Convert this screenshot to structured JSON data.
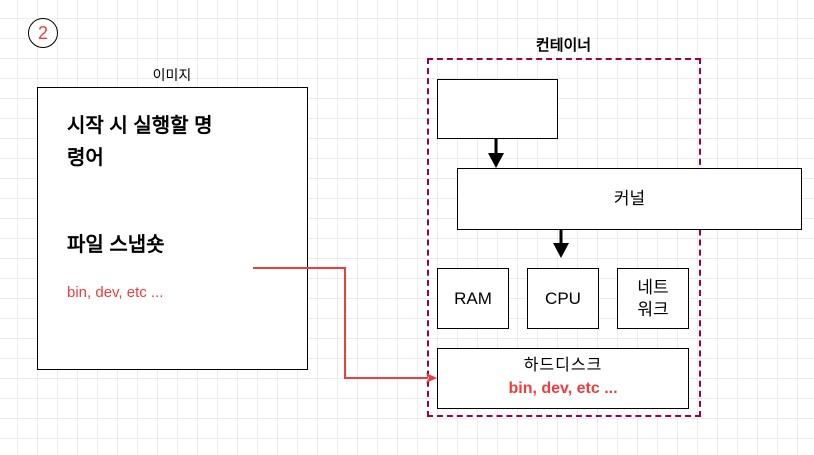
{
  "step_badge": {
    "number": "2"
  },
  "image": {
    "label": "이미지",
    "command_lines": [
      "시작 시 실행할 명",
      "령어"
    ],
    "snapshot_title": "파일 스냅숏",
    "snapshot_files": "bin, dev, etc ..."
  },
  "container": {
    "label": "컨테이너",
    "kernel": "커널",
    "ram": "RAM",
    "cpu": "CPU",
    "network_lines": [
      "네트",
      "워크"
    ],
    "disk": {
      "title": "하드디스크",
      "files": "bin, dev, etc ..."
    }
  },
  "colors": {
    "accent_red": "#f03c3c",
    "container_border": "#99004c",
    "grid": "#ececec",
    "stroke": "#000000"
  }
}
